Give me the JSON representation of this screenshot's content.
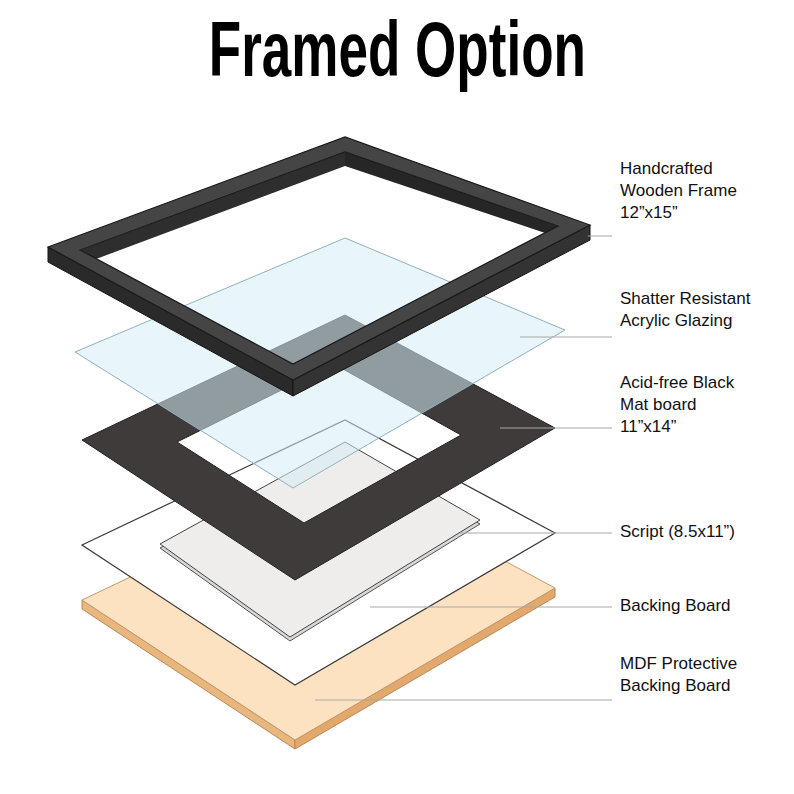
{
  "diagram": {
    "title": "Framed Option",
    "labels": [
      "Handcrafted Wooden Frame 12”x15”",
      "Shatter Resistant Acrylic Glazing",
      "Acid-free Black Mat board 11”x14”",
      "Script (8.5x11”)",
      "Backing Board",
      "MDF Protective Backing Board"
    ]
  }
}
